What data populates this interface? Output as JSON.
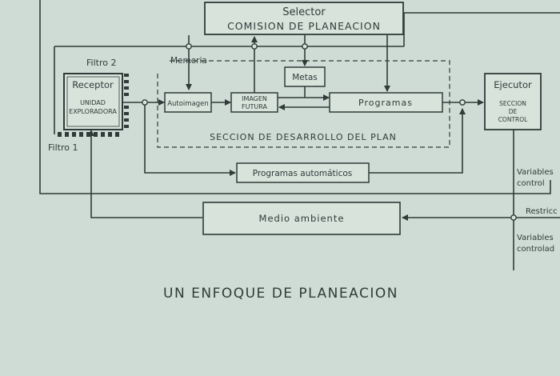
{
  "blocks": {
    "selector_title": "Selector",
    "selector_sub": "COMISION DE PLANEACION",
    "receptor_title": "Receptor",
    "receptor_sub1": "UNIDAD",
    "receptor_sub2": "EXPLORADORA",
    "autoimagen": "Autoimagen",
    "imagen_futura_1": "IMAGEN",
    "imagen_futura_2": "FUTURA",
    "metas": "Metas",
    "programas": "Programas",
    "ejecutor_title": "Ejecutor",
    "ejecutor_sub1": "SECCION",
    "ejecutor_sub2": "DE",
    "ejecutor_sub3": "CONTROL",
    "programas_automaticos": "Programas automáticos",
    "medio_ambiente": "Medio ambiente"
  },
  "labels": {
    "filtro2": "Filtro 2",
    "filtro1": "Filtro 1",
    "memoria": "Memoria",
    "seccion_desarrollo": "SECCION DE DESARROLLO DEL PLAN",
    "variables_control_1": "Variables",
    "variables_control_2": "control",
    "restricciones": "Restricc",
    "variables_controladas_1": "Variables",
    "variables_controladas_2": "controlad"
  },
  "caption": "UN ENFOQUE DE PLANEACION",
  "colors": {
    "background": "#cfdcd5",
    "ink": "#2f3b38",
    "block_fill": "#d8e3dc"
  }
}
